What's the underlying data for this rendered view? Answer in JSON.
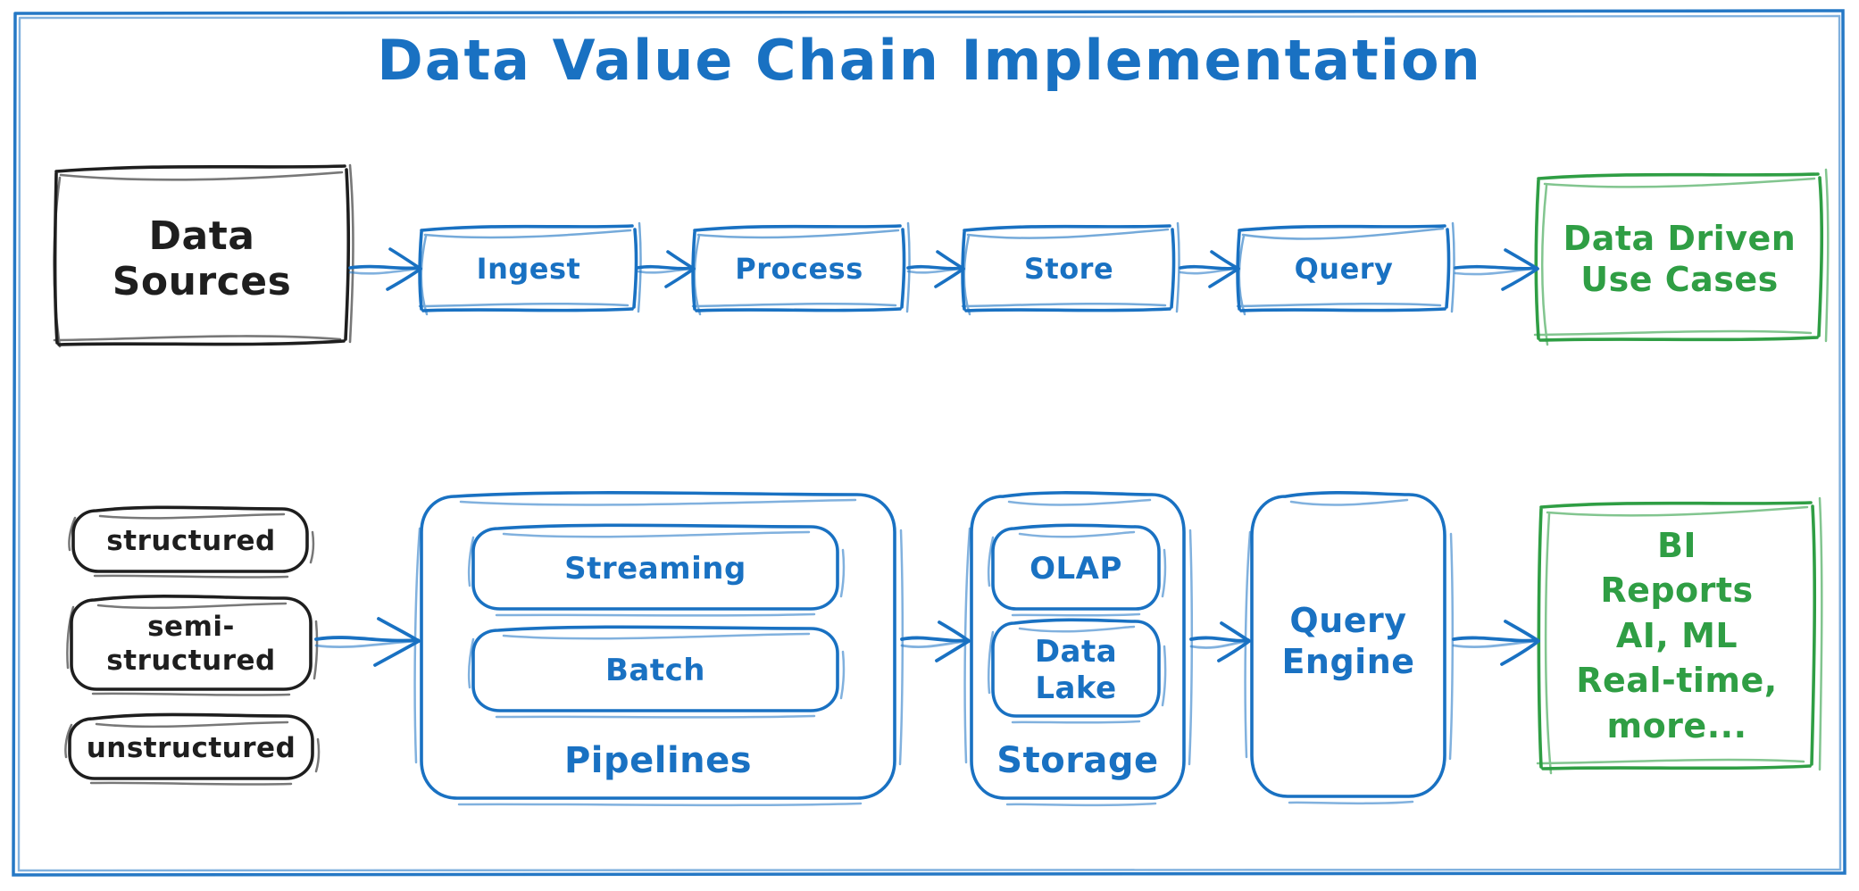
{
  "title": "Data Value Chain Implementation",
  "colors": {
    "blue": "#1971c2",
    "green": "#2f9e44",
    "black": "#1e1e1e",
    "background": "#ffffff",
    "frame": "#1971c2"
  },
  "top_row": {
    "source_box": {
      "label": "Data Sources",
      "color": "black"
    },
    "stages": [
      {
        "label": "Ingest",
        "color": "blue"
      },
      {
        "label": "Process",
        "color": "blue"
      },
      {
        "label": "Store",
        "color": "blue"
      },
      {
        "label": "Query",
        "color": "blue"
      }
    ],
    "outcome_box": {
      "label": "Data Driven\nUse Cases",
      "color": "green"
    }
  },
  "bottom_row": {
    "sources": [
      {
        "label": "structured",
        "color": "black"
      },
      {
        "label": "semi-\nstructured",
        "color": "black"
      },
      {
        "label": "unstructured",
        "color": "black"
      }
    ],
    "pipelines": {
      "label": "Pipelines",
      "color": "blue",
      "children": [
        {
          "label": "Streaming",
          "color": "blue"
        },
        {
          "label": "Batch",
          "color": "blue"
        }
      ]
    },
    "storage": {
      "label": "Storage",
      "color": "blue",
      "children": [
        {
          "label": "OLAP",
          "color": "blue"
        },
        {
          "label": "Data\nLake",
          "color": "blue"
        }
      ]
    },
    "query_engine": {
      "label": "Query\nEngine",
      "color": "blue"
    },
    "outputs": {
      "label": "BI\nReports\nAI, ML\nReal-time,\nmore...",
      "color": "green"
    }
  },
  "arrows": {
    "count_top": 5,
    "count_bottom": 4,
    "color": "#1971c2",
    "style": "open-head-sketch"
  }
}
